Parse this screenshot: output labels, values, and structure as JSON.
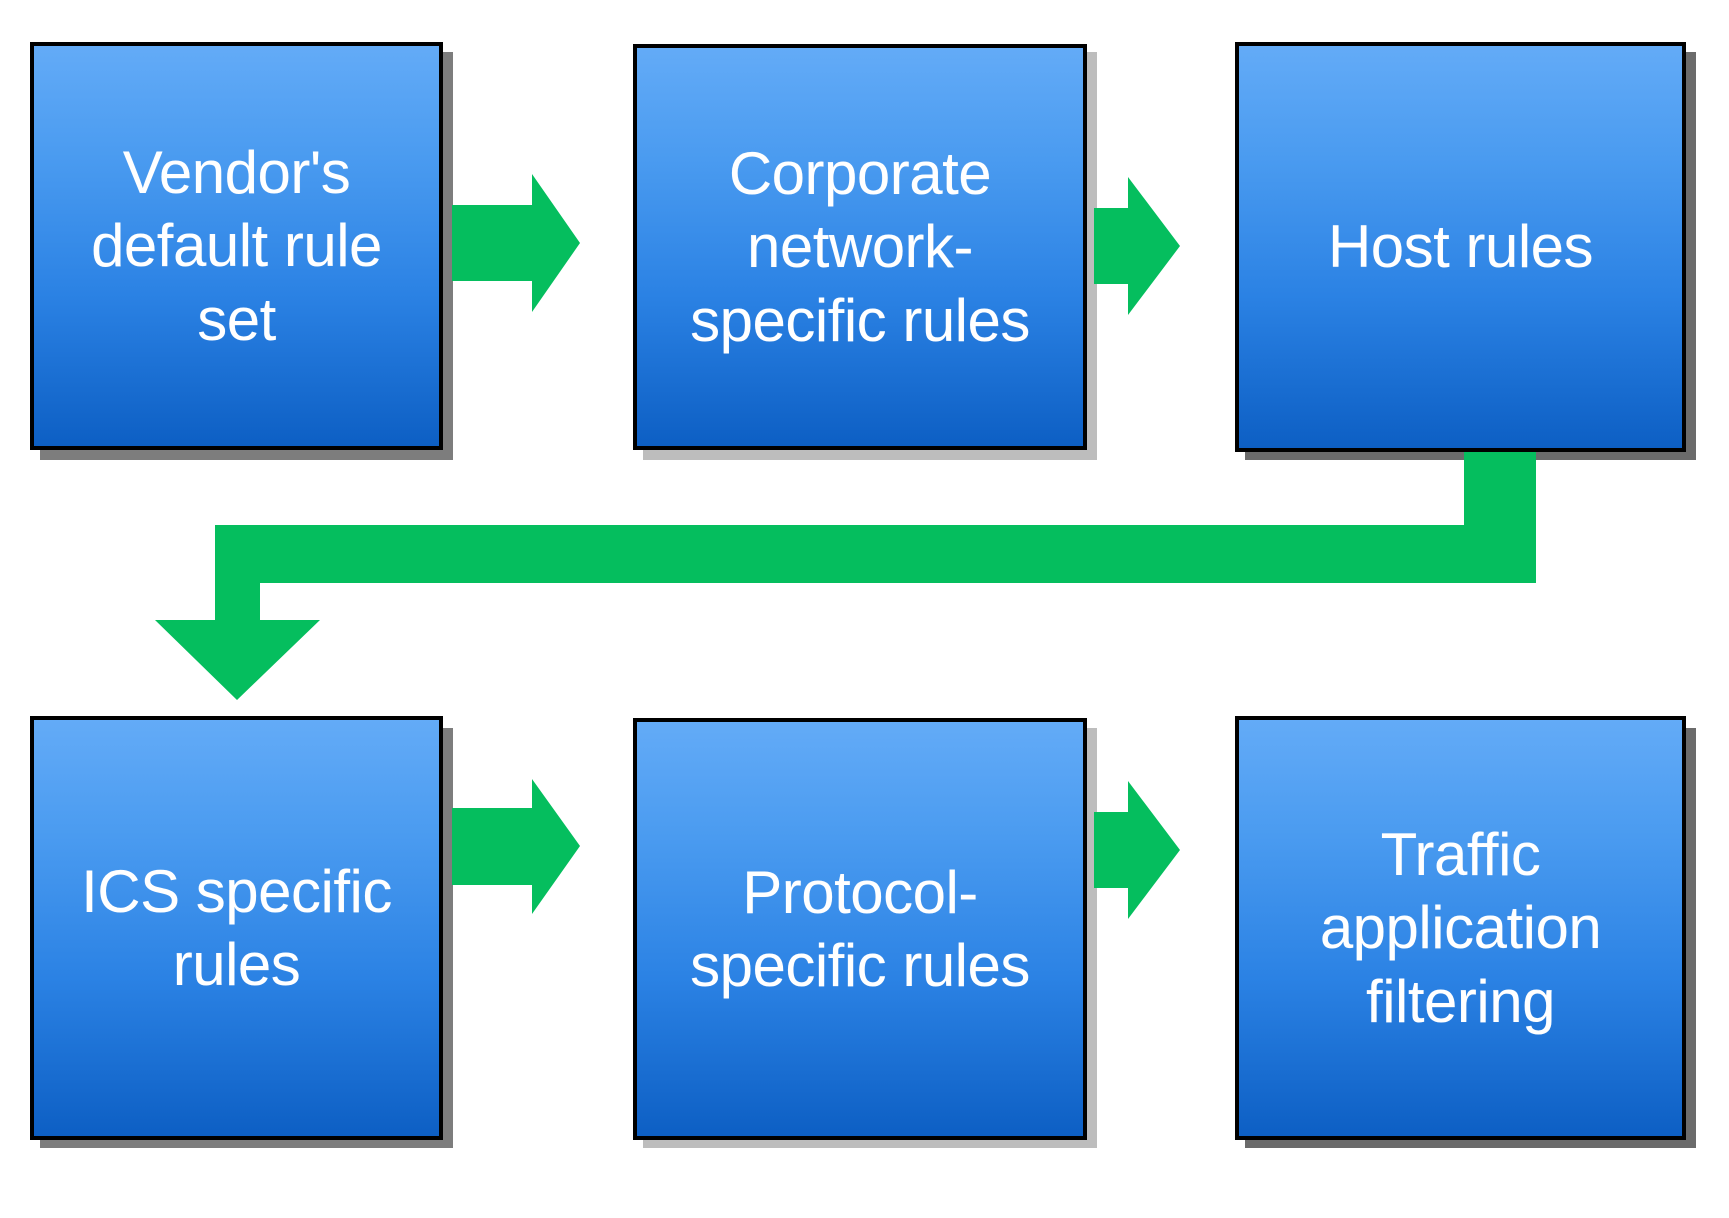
{
  "diagram": {
    "type": "flowchart",
    "orientation": "left-to-right, two rows with wrap connector",
    "background_color": "#FFFFFF",
    "node_fill_top": "#63ABF7",
    "node_fill_bottom": "#0D5FC4",
    "node_border_color": "#000000",
    "node_text_color": "#FFFFFF",
    "arrow_color": "#05BE5E",
    "shadow_color": "#7D7D7D",
    "nodes": [
      {
        "id": "n1",
        "label": "Vendor's default rule set",
        "row": 1,
        "col": 1
      },
      {
        "id": "n2",
        "label": "Corporate network-specific rules",
        "row": 1,
        "col": 2
      },
      {
        "id": "n3",
        "label": "Host rules",
        "row": 1,
        "col": 3
      },
      {
        "id": "n4",
        "label": "ICS specific rules",
        "row": 2,
        "col": 1
      },
      {
        "id": "n5",
        "label": "Protocol-specific rules",
        "row": 2,
        "col": 2
      },
      {
        "id": "n6",
        "label": "Traffic application filtering",
        "row": 2,
        "col": 3
      }
    ],
    "edges": [
      {
        "from": "n1",
        "to": "n2",
        "shape": "straight-right",
        "icon": "arrow-right-icon"
      },
      {
        "from": "n2",
        "to": "n3",
        "shape": "straight-right",
        "icon": "arrow-right-icon"
      },
      {
        "from": "n3",
        "to": "n4",
        "shape": "elbow-down-left-down",
        "icon": "arrow-down-icon"
      },
      {
        "from": "n4",
        "to": "n5",
        "shape": "straight-right",
        "icon": "arrow-right-icon"
      },
      {
        "from": "n5",
        "to": "n6",
        "shape": "straight-right",
        "icon": "arrow-right-icon"
      }
    ]
  }
}
